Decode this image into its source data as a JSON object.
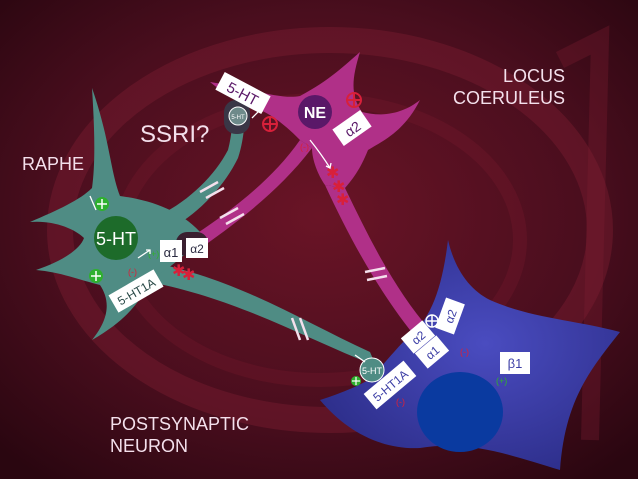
{
  "labels": {
    "locus_line1": "LOCUS",
    "locus_line2": "COERULEUS",
    "raphe": "RAPHE",
    "ssri": "SSRI?",
    "post_line1": "POSTSYNAPTIC",
    "post_line2": "NEURON",
    "ne": "NE",
    "raphe_5ht": "5-HT",
    "small_5ht_top": "5-HT",
    "small_5ht_post": "5-HT"
  },
  "receptors": {
    "top_5ht": "5-HT",
    "top_alpha2": "α2",
    "raphe_alpha1": "α1",
    "raphe_alpha2": "α2",
    "raphe_5ht1a": "5-HT1A",
    "post_alpha2": "α2",
    "post_alpha1": "α1",
    "post_alpha2_b": "α2",
    "post_5ht1a": "5-HT1A",
    "post_beta1": "β1"
  },
  "signs": {
    "minus": "(-)",
    "plus": "(+)"
  },
  "colors": {
    "background": "#3a0a16",
    "raphe_neuron": "#4f8c84",
    "locus_neuron": "#b03088",
    "post_neuron": "#3d3fa6",
    "post_nucleus": "#0a3aa0",
    "ne_circle": "#5a1868",
    "raphe_5ht_circle": "#1d6b2a",
    "label_text": "#f4e0ec",
    "red_marks": "#d8203a",
    "green_marks": "#2fb02f"
  }
}
